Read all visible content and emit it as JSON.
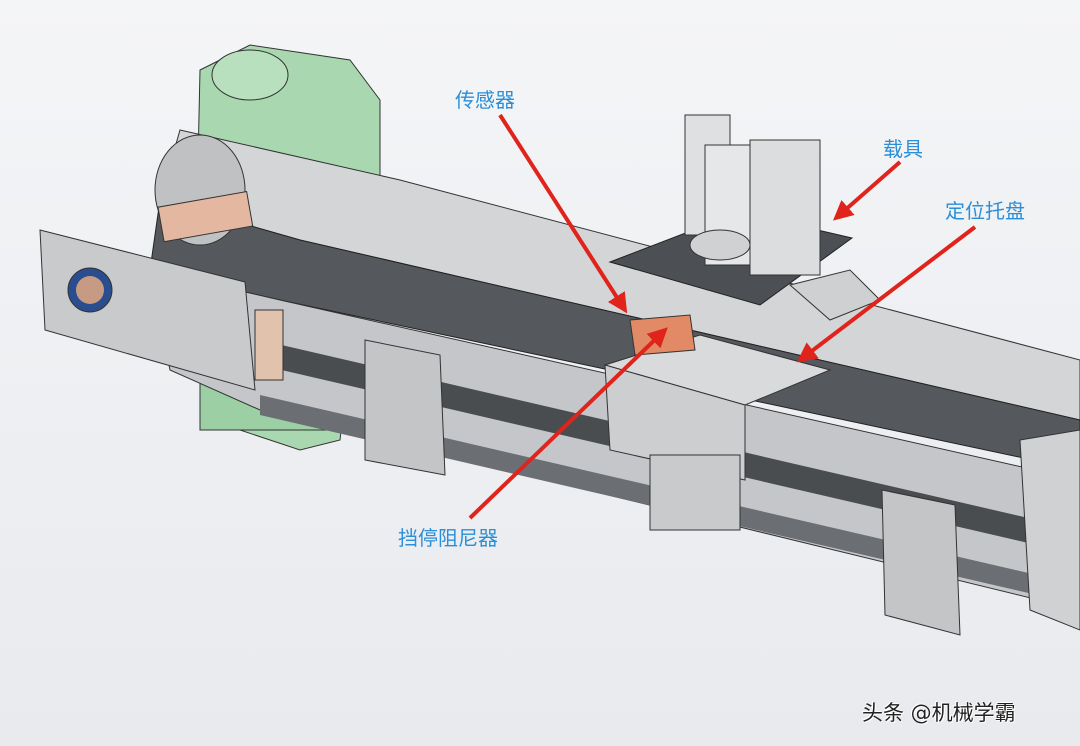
{
  "labels": {
    "sensor": "传感器",
    "carrier": "载具",
    "positioning_tray": "定位托盘",
    "stop_damper": "挡停阻尼器"
  },
  "watermark": "头条 @机械学霸",
  "colors": {
    "label": "#2b8fd8",
    "arrow": "#e0231b",
    "motor": "#9fd3a8",
    "rail": "#c9cbcd"
  }
}
